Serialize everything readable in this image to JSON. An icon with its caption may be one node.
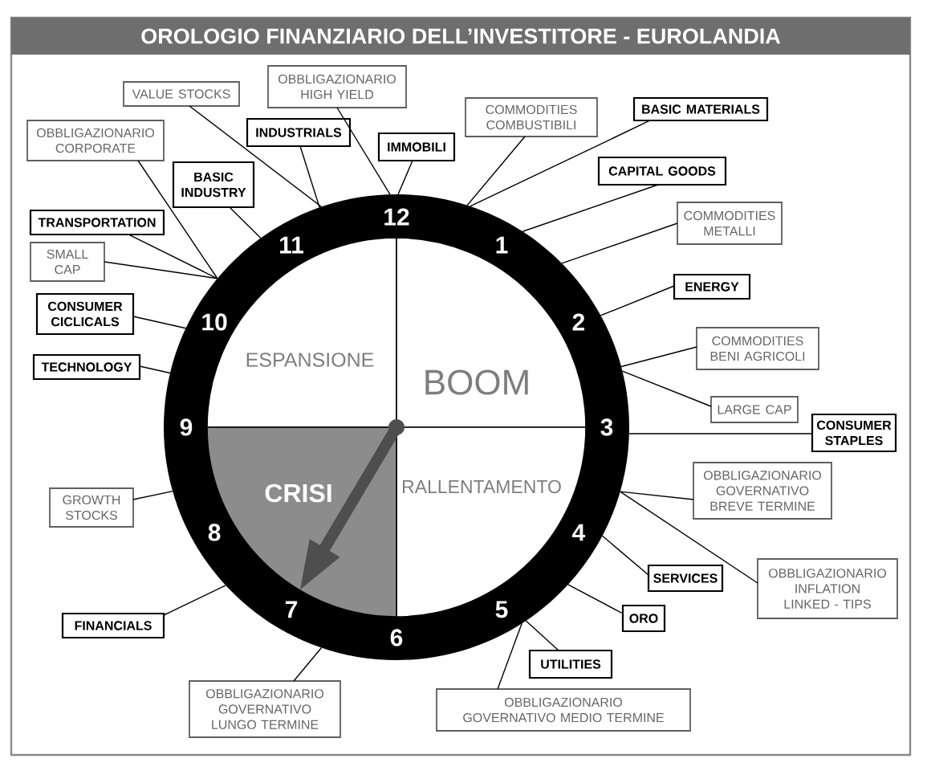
{
  "diagram": {
    "title": "OROLOGIO FINANZIARIO DELL’INVESTITORE - EUROLANDIA",
    "nodes": [
      {
        "text": [],
        "shape": "circle"
      },
      {
        "text": [
          "ESPANSIONE"
        ],
        "in": 0
      },
      {
        "text": [
          "BOOM"
        ],
        "in": 0
      },
      {
        "text": [
          "CRISI"
        ],
        "in": 0
      },
      {
        "text": [
          "RALLENTAMENTO"
        ],
        "in": 0
      },
      {
        "text": [],
        "shape": "arrow",
        "in": 3
      },
      {
        "text": [
          "OBBLIGAZIONARIO HIGH YIELD"
        ]
      },
      {
        "text": [
          "VALUE STOCKS"
        ]
      },
      {
        "text": [
          "BASIC MATERIALS"
        ]
      },
      {
        "text": [
          "COMMODITIES COMBUSTIBILI"
        ]
      },
      {
        "text": [
          "INDUSTRIALS"
        ]
      },
      {
        "text": [
          "OBBLIGAZIONARIO CORPORATE"
        ]
      },
      {
        "text": [
          "IMMOBILI"
        ]
      },
      {
        "text": [
          "CAPITAL GOODS"
        ]
      },
      {
        "text": [
          "BASIC INDUSTRY"
        ]
      },
      {
        "text": [
          "COMMODITIES METALLI"
        ]
      },
      {
        "text": [
          "TRANSPORTATION"
        ]
      },
      {
        "text": [
          "SMALL CAP"
        ]
      },
      {
        "text": [
          "ENERGY"
        ]
      },
      {
        "text": [
          "CONSUMER CICLICALS"
        ]
      },
      {
        "text": [
          "COMMODITIES BENI AGRICOLI"
        ]
      },
      {
        "text": [
          "TECHNOLOGY"
        ]
      },
      {
        "text": [
          "LARGE CAP"
        ]
      },
      {
        "text": [
          "CONSUMER STAPLES"
        ]
      },
      {
        "text": [
          "OBBLIGAZIONARIO GOVERNATIVO BREVE TERMINE"
        ]
      },
      {
        "text": [
          "GROWTH STOCKS"
        ]
      },
      {
        "text": [
          "OBBLIGAZIONARIO INFLATION LINKED - TIPS"
        ]
      },
      {
        "text": [
          "SERVICES"
        ]
      },
      {
        "text": [
          "ORO"
        ]
      },
      {
        "text": [
          "FINANCIALS"
        ]
      },
      {
        "text": [
          "UTILITIES"
        ]
      },
      {
        "text": [
          "OBBLIGAZIONARIO GOVERNATIVO LUNGO TERMINE"
        ]
      },
      {
        "text": [
          "OBBLIGAZIONARIO GOVERNATIVO MEDIO TERMINE"
        ]
      }
    ],
    "edges": [
      {
        "from": 6,
        "to": 0,
        "arrow": "none"
      },
      {
        "from": 7,
        "to": 0,
        "arrow": "none"
      },
      {
        "from": 8,
        "to": 0,
        "arrow": "none"
      },
      {
        "from": 9,
        "to": 0,
        "arrow": "none"
      },
      {
        "from": 10,
        "to": 0,
        "arrow": "none"
      },
      {
        "from": 11,
        "to": 0,
        "arrow": "none"
      },
      {
        "from": 12,
        "to": 0,
        "arrow": "none"
      },
      {
        "from": 13,
        "to": 0,
        "arrow": "none"
      },
      {
        "from": 14,
        "to": 0,
        "arrow": "none"
      },
      {
        "from": 15,
        "to": 0,
        "arrow": "none"
      },
      {
        "from": 16,
        "to": 0,
        "arrow": "none"
      },
      {
        "from": 17,
        "to": 0,
        "arrow": "none"
      },
      {
        "from": 18,
        "to": 0,
        "arrow": "none"
      },
      {
        "from": 19,
        "to": 0,
        "arrow": "none"
      },
      {
        "from": 20,
        "to": 0,
        "arrow": "none"
      },
      {
        "from": 21,
        "to": 0,
        "arrow": "none"
      },
      {
        "from": 22,
        "to": 0,
        "arrow": "none"
      },
      {
        "from": 23,
        "to": 0,
        "arrow": "none"
      },
      {
        "from": 24,
        "to": 0,
        "arrow": "none"
      },
      {
        "from": 25,
        "to": 0,
        "arrow": "none"
      },
      {
        "from": 26,
        "to": 0,
        "arrow": "none"
      },
      {
        "from": 27,
        "to": 0,
        "arrow": "none"
      },
      {
        "from": 28,
        "to": 0,
        "arrow": "none"
      },
      {
        "from": 29,
        "to": 0,
        "arrow": "none"
      },
      {
        "from": 30,
        "to": 0,
        "arrow": "none"
      },
      {
        "from": 31,
        "to": 0,
        "arrow": "none"
      },
      {
        "from": 32,
        "to": 0,
        "arrow": "none"
      }
    ],
    "labels": [
      "12",
      "1",
      "2",
      "3",
      "4",
      "5",
      "6",
      "7",
      "8",
      "9",
      "10",
      "11"
    ]
  }
}
